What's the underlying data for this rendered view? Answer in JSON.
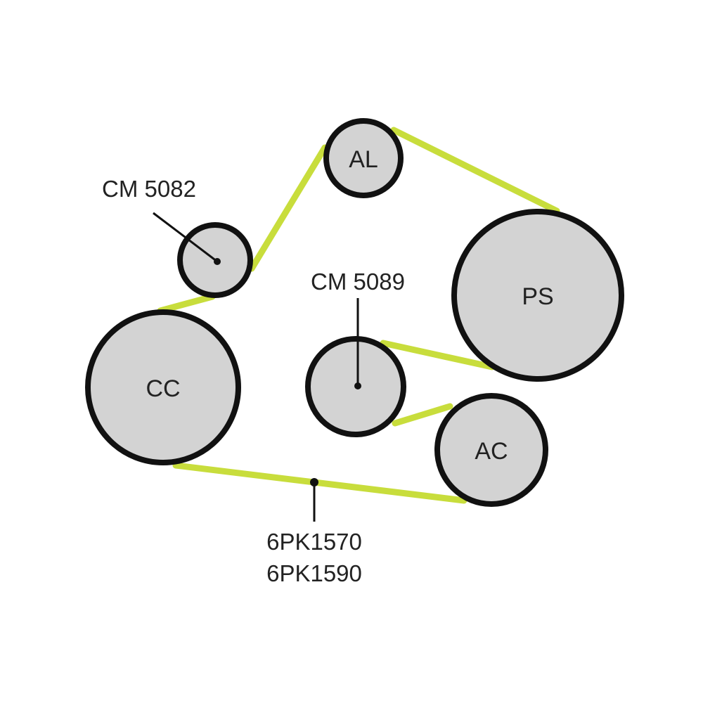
{
  "colors": {
    "belt": "#c8dd3c",
    "pulley_fill": "#d3d3d3",
    "pulley_stroke": "#111111",
    "text": "#222222"
  },
  "pulleys": [
    {
      "id": "al",
      "label": "AL"
    },
    {
      "id": "ps",
      "label": "PS"
    },
    {
      "id": "cc",
      "label": "CC"
    },
    {
      "id": "ac",
      "label": "AC"
    }
  ],
  "callouts": {
    "idler_upper": "CM 5082",
    "tensioner": "CM 5089",
    "belt_line1": "6PK1570",
    "belt_line2": "6PK1590"
  }
}
